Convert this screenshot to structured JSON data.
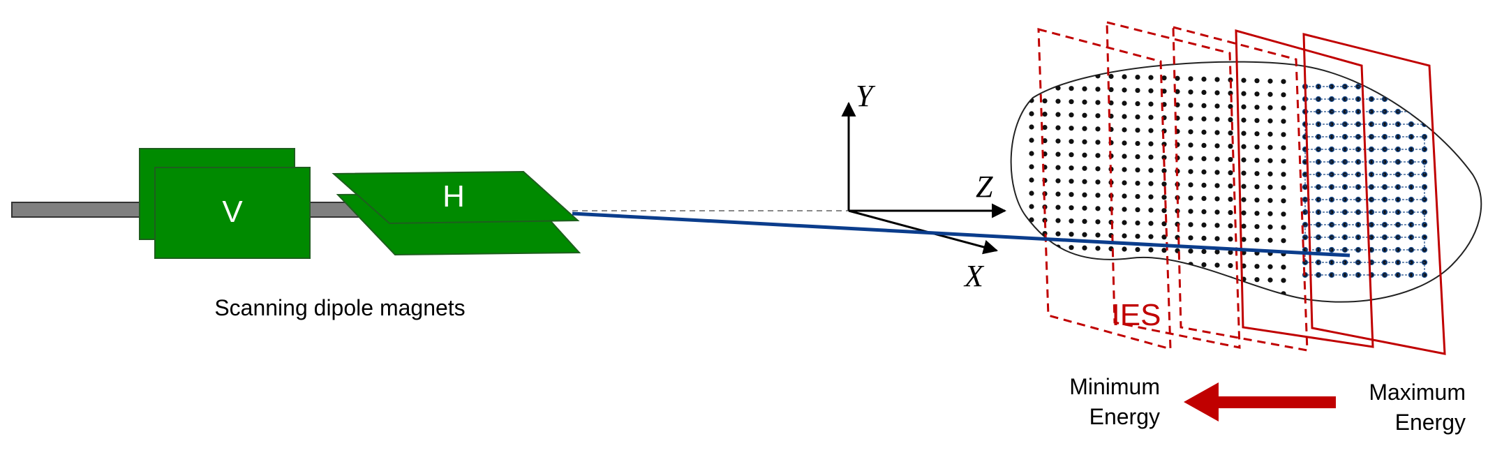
{
  "magnets": {
    "vertical_label": "V",
    "horizontal_label": "H",
    "caption": "Scanning dipole magnets"
  },
  "axes": {
    "y_label": "Y",
    "z_label": "Z",
    "x_label": "X"
  },
  "energy_layers": {
    "label": "IES",
    "min_energy_label": [
      "Minimum",
      "Energy"
    ],
    "max_energy_label": [
      "Maximum",
      "Energy"
    ]
  },
  "colors": {
    "magnet_green": "#008a00",
    "beam_pipe_gray": "#808080",
    "beam_blue": "#0b3d8c",
    "layer_red": "#c00000",
    "spot_black": "#111111",
    "scan_path_blue": "#1a4a8a"
  }
}
